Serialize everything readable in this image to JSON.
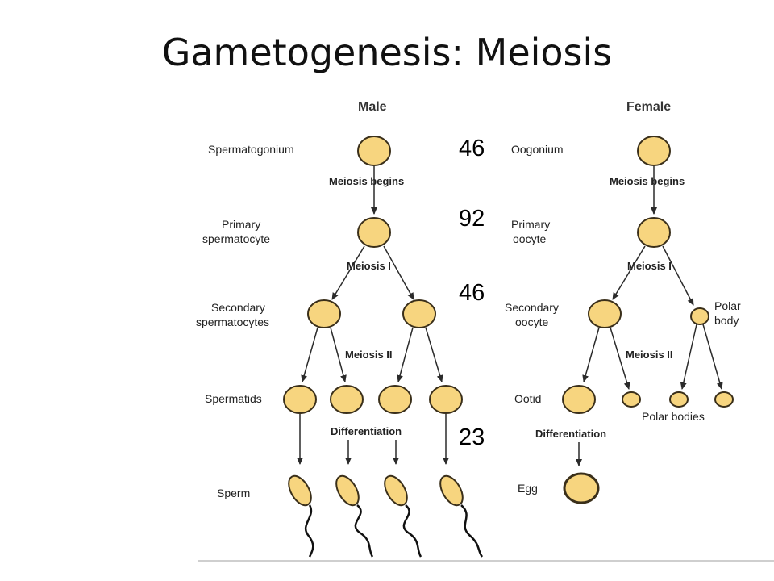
{
  "title": "Gametogenesis: Meiosis",
  "male": {
    "header": "Male",
    "stages": [
      "Spermatogonium",
      "Primary",
      "spermatocyte",
      "Secondary",
      "spermatocytes",
      "Spermatids",
      "Sperm"
    ],
    "processes": [
      "Meiosis begins",
      "Meiosis I",
      "Meiosis II",
      "Differentiation"
    ]
  },
  "female": {
    "header": "Female",
    "stages": [
      "Oogonium",
      "Primary",
      "oocyte",
      "Secondary",
      "oocyte",
      "Ootid",
      "Egg"
    ],
    "processes": [
      "Meiosis begins",
      "Meiosis I",
      "Meiosis II",
      "Differentiation"
    ],
    "polar_body": [
      "Polar",
      "body"
    ],
    "polar_bodies": "Polar bodies"
  },
  "chromosome_counts": [
    "46",
    "92",
    "46",
    "23"
  ],
  "colors": {
    "cell_fill": "#f7d57f",
    "cell_stroke": "#3a2f1a"
  }
}
